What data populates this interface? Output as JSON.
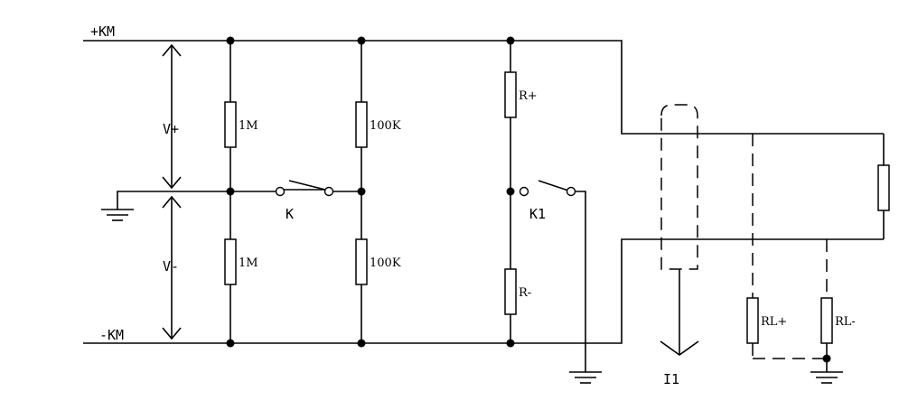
{
  "rails": {
    "plus": "+KM",
    "minus": "-KM"
  },
  "voltages": {
    "v_plus": "V+",
    "v_minus": "V-"
  },
  "resistors": {
    "r1_upper": "1M",
    "r1_lower": "1M",
    "r2_upper": "100K",
    "r2_lower": "100K",
    "r_plus": "R+",
    "r_minus": "R-",
    "rl_plus": "RL+",
    "rl_minus": "RL-"
  },
  "switches": {
    "k": "K",
    "k1": "K1"
  },
  "current": {
    "i1": "I1"
  }
}
